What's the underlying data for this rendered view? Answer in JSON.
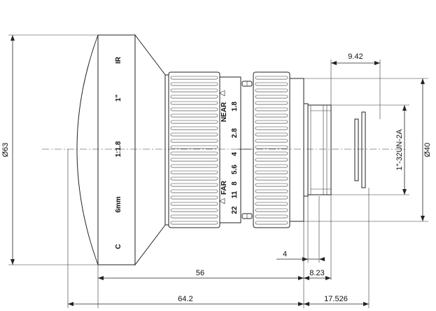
{
  "dimensions": {
    "d63": "Ø63",
    "d40": "Ø40",
    "thread": "1\"-32UN-2A",
    "dim_9_42": "9.42",
    "dim_56": "56",
    "dim_64_2": "64.2",
    "dim_4": "4",
    "dim_8_23": "8.23",
    "dim_17_526": "17.526"
  },
  "hood_labels": [
    "C",
    "6mm",
    "1:1.8",
    "1\"",
    "IR"
  ],
  "focus_ring": {
    "near": "NEAR",
    "far": "FAR",
    "scale_near": "2.8",
    "scale_mid": "1.8",
    "scale_4": "4",
    "scale_56": "5.6",
    "scale_8": "8",
    "scale_11": "11",
    "scale_22": "22"
  }
}
